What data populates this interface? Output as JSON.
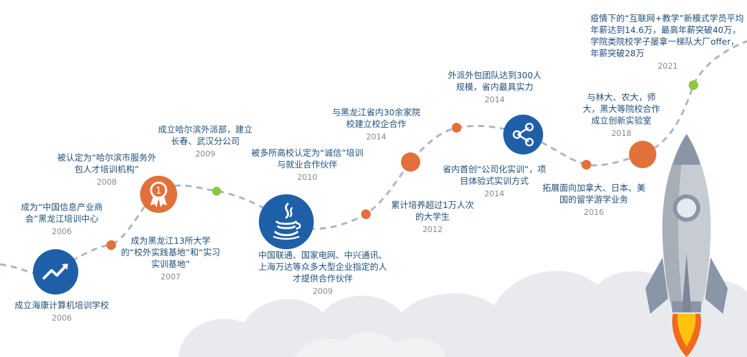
{
  "events": [
    {
      "id": "e2006a",
      "text": "成立海康计算机培训学校",
      "year": "2006"
    },
    {
      "id": "e2006b",
      "text": "成为“中国信息产业商会”黑龙江培训中心",
      "year": "2006"
    },
    {
      "id": "e2007",
      "text": "成为黑龙江13所大学的“校外实践基地”和“实习实训基地”",
      "year": "2007"
    },
    {
      "id": "e2008",
      "text": "被认定为“哈尔滨市服务外包人才培训机构”",
      "year": "2008"
    },
    {
      "id": "e2009a",
      "text": "成立哈尔滨外派部，建立长春、武汉分公司",
      "year": "2009"
    },
    {
      "id": "e2009b",
      "text": "中国联通、国家电网、中兴通讯、上海万达等众多大型企业指定的人才提供合作伙伴",
      "year": "2009"
    },
    {
      "id": "e2010",
      "text": "被多所高校认定为“诚信”培训与就业合作伙伴",
      "year": "2010"
    },
    {
      "id": "e2012",
      "text": "累计培养超过1万人次的大学生",
      "year": "2012"
    },
    {
      "id": "e2014a",
      "text": "与黑龙江省内30余家院校建立校企合作",
      "year": "2014"
    },
    {
      "id": "e2014b",
      "text": "外派外包团队达到300人规模，省内最具实力",
      "year": "2014"
    },
    {
      "id": "e2014c",
      "text": "省内首创“公司化实训”，项目体验式实训方式",
      "year": "2014"
    },
    {
      "id": "e2016",
      "text": "拓展面向加拿大、日本、美国的留学游学业务",
      "year": "2016"
    },
    {
      "id": "e2018",
      "text": "与林大、农大，师大，黑大等院校合作成立创新实验室",
      "year": "2018"
    },
    {
      "id": "e2021",
      "text": "疫情下的“互联网+教学”新模式学员平均年薪达到14.6万，最高年薪突破40万，学院类院校学子屡拿一梯队大厂offer，年薪突破28万",
      "year": "2021"
    }
  ],
  "icons": {
    "trend": "trend-up-icon",
    "medal": "medal-icon",
    "medal_number": "1",
    "java": "java-icon",
    "share": "share-icon",
    "rocket": "rocket-icon",
    "cloud": "cloud-icon"
  },
  "colors": {
    "title_blue": "#1f4e79",
    "node_blue": "#1f5fa8",
    "node_orange": "#e2703a",
    "node_green": "#8dc63f",
    "path_gray": "#a9b6c6",
    "year_gray": "#8a8a8a",
    "cloud_gray": "#e6e8eb"
  }
}
